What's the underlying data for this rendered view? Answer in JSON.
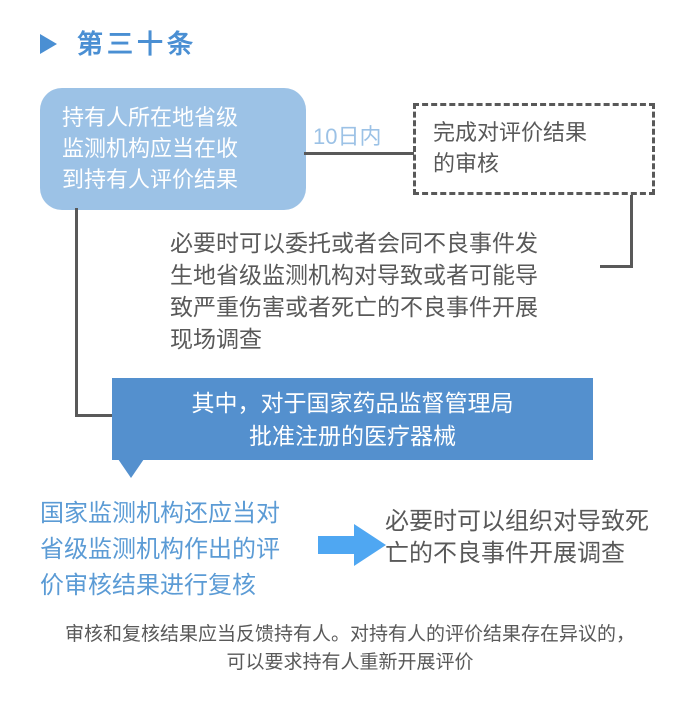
{
  "colors": {
    "title_blue": "#4a8fd3",
    "light_blue": "#9cc2e6",
    "mid_blue": "#5490ce",
    "arrow_blue": "#4fa7f2",
    "text_blue": "#5b9bd5",
    "text_gray": "#595959"
  },
  "title": {
    "label": "第三十条"
  },
  "flow": {
    "holder_box": {
      "lines": [
        "持有人所在地省级",
        "监测机构应当在收",
        "到持有人评价结果"
      ]
    },
    "duration_label": "10日内",
    "review_box": {
      "lines": [
        "完成对评价结果",
        "的审核"
      ]
    },
    "onsite_note": {
      "lines": [
        "必要时可以委托或者会同不良事件发",
        "生地省级监测机构对导致或者可能导",
        "致严重伤害或者死亡的不良事件开展",
        "现场调查"
      ]
    },
    "among_box": {
      "lines": [
        "其中，对于国家药品监督管理局",
        "批准注册的医疗器械"
      ]
    },
    "national_note": {
      "lines": [
        "国家监测机构还应当对",
        "省级监测机构作出的评",
        "价审核结果进行复核"
      ]
    },
    "death_note": {
      "lines": [
        "必要时可以组织对导致死",
        "亡的不良事件开展调查"
      ]
    },
    "footer": {
      "lines": [
        "审核和复核结果应当反馈持有人。对持有人的评价结果存在异议的，",
        "可以要求持有人重新开展评价"
      ]
    }
  }
}
